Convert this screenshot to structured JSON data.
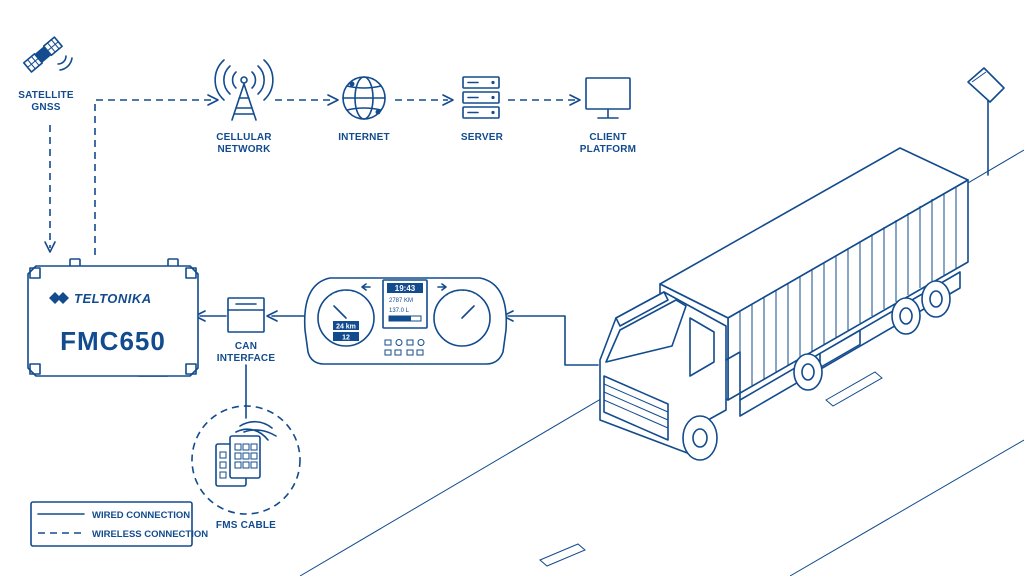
{
  "nodes": {
    "satellite": {
      "line1": "SATELLITE",
      "line2": "GNSS"
    },
    "cellular": {
      "line1": "CELLULAR",
      "line2": "NETWORK"
    },
    "internet": {
      "line1": "INTERNET"
    },
    "server": {
      "line1": "SERVER"
    },
    "client": {
      "line1": "CLIENT",
      "line2": "PLATFORM"
    },
    "can": {
      "line1": "CAN",
      "line2": "INTERFACE"
    },
    "fms": {
      "line1": "FMS CABLE"
    }
  },
  "device": {
    "brand": "TELTONIKA",
    "model": "FMC650"
  },
  "dashboard": {
    "time": "19:43",
    "odometer": "2787 KM",
    "fuel_info": "137.0 L",
    "left_readout": "24 km",
    "left_readout2": "12"
  },
  "legend": {
    "wired": "WIRED CONNECTION",
    "wireless": "WIRELESS CONNECTION"
  },
  "colors": {
    "primary": "#124b8e",
    "light": "#d6e4f3"
  }
}
